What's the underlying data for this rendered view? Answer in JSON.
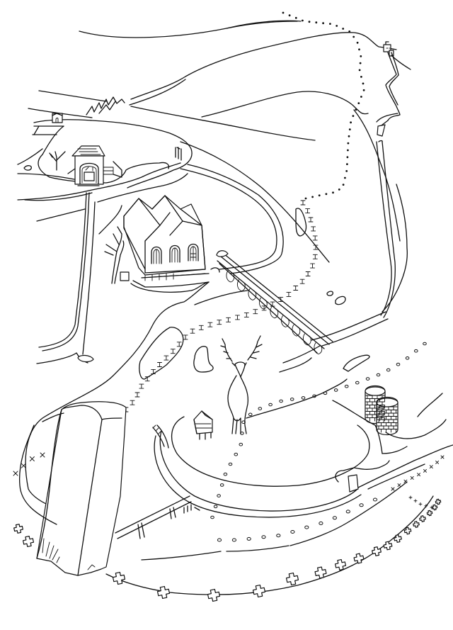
{
  "illustration": {
    "kind": "hand-drawn landscape map",
    "colors": {
      "ink": "#111111",
      "paper": "#ffffff"
    },
    "features": [
      "hills",
      "castle-on-crag",
      "farmhouse-with-arch",
      "mill-buildings",
      "dead-tree",
      "viaduct-bridge",
      "river",
      "stag",
      "bird-box",
      "twin-brick-towers",
      "standing-stone",
      "footbridge",
      "dotted-paths",
      "cross-markers"
    ],
    "icons": {
      "path-dot": "dot",
      "path-ring": "ring",
      "path-tick": "I-mark",
      "marker": "cross"
    }
  }
}
